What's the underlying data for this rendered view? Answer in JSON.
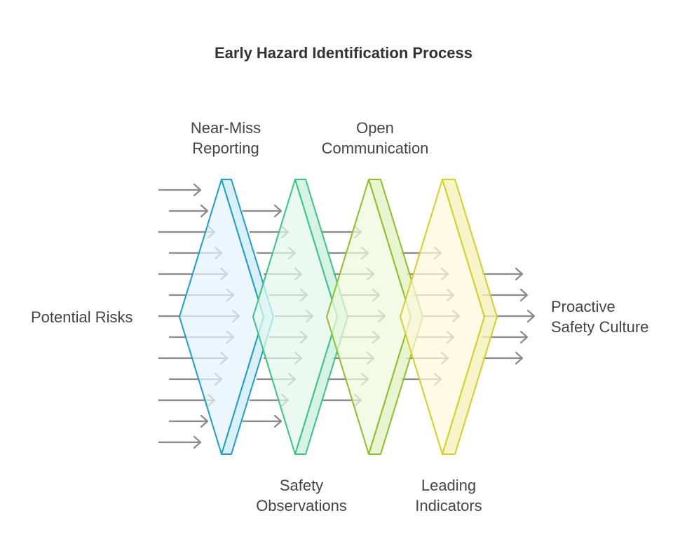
{
  "title": "Early Hazard Identification Process",
  "input_label": "Potential Risks",
  "output_label": [
    "Proactive",
    "Safety Culture"
  ],
  "stages": [
    {
      "name": [
        "Near-Miss",
        "Reporting"
      ],
      "stroke": "#1e9ec7",
      "fill": "#e3f4fb",
      "side": "#cdebf7",
      "label_pos": "top"
    },
    {
      "name": [
        "Safety",
        "Observations"
      ],
      "stroke": "#3cc382",
      "fill": "#e2f8ee",
      "side": "#c8f0dd",
      "label_pos": "bottom"
    },
    {
      "name": [
        "Open",
        "Communication"
      ],
      "stroke": "#8cbf2a",
      "fill": "#eef8dd",
      "side": "#e0f1c0",
      "label_pos": "top"
    },
    {
      "name": [
        "Leading",
        "Indicators"
      ],
      "stroke": "#d4cf28",
      "fill": "#fcf9dc",
      "side": "#f6f0b8",
      "label_pos": "bottom"
    }
  ],
  "arrow_color": "#8a8a8a"
}
